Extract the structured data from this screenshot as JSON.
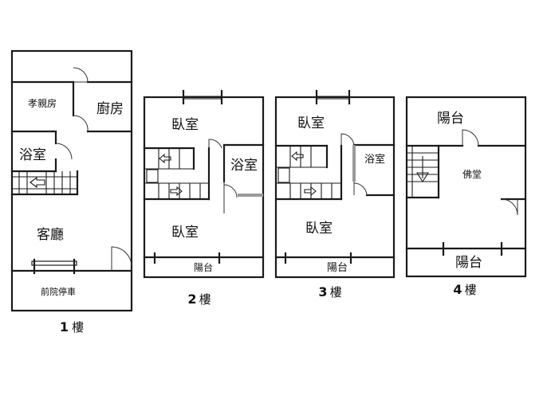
{
  "floors": {
    "f1": {
      "label_num": "1",
      "label_char": "樓",
      "rooms": {
        "bedroom_elder": "孝親房",
        "kitchen": "廚房",
        "bathroom": "浴室",
        "living": "客廳",
        "parking": "前院停車"
      }
    },
    "f2": {
      "label_num": "2",
      "label_char": "樓",
      "rooms": {
        "bedroom_top": "臥室",
        "bathroom": "浴室",
        "bedroom_bottom": "臥室",
        "balcony": "陽台"
      }
    },
    "f3": {
      "label_num": "3",
      "label_char": "樓",
      "rooms": {
        "bedroom_top": "臥室",
        "bathroom": "浴室",
        "bedroom_bottom": "臥室",
        "balcony": "陽台"
      }
    },
    "f4": {
      "label_num": "4",
      "label_char": "樓",
      "rooms": {
        "balcony_top": "陽台",
        "buddha_room": "佛堂",
        "balcony_bottom": "陽台"
      }
    }
  }
}
